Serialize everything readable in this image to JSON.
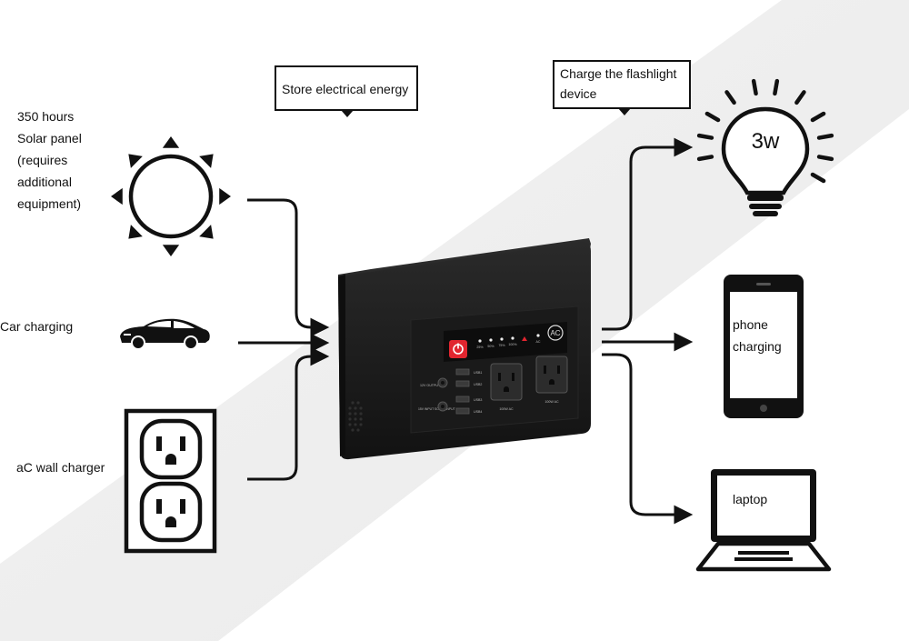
{
  "sources": {
    "solar": {
      "lines": [
        "350 hours",
        "Solar panel",
        "(requires",
        "additional",
        "equipment)"
      ]
    },
    "car": {
      "label": "Car charging"
    },
    "wall": {
      "label": "aC wall charger"
    }
  },
  "callouts": {
    "store": {
      "text": "Store electrical energy"
    },
    "flashlight": {
      "lines": [
        "Charge the flashlight",
        "device"
      ]
    }
  },
  "outputs": {
    "bulb": {
      "label": "3w"
    },
    "phone": {
      "lines": [
        "phone",
        "charging"
      ]
    },
    "laptop": {
      "label": "laptop"
    }
  },
  "device": {
    "power_icon": "power-icon",
    "ac_badge": "AC",
    "indicators": [
      "25%",
      "50%",
      "75%",
      "100%",
      "",
      "AC"
    ],
    "usb_labels": [
      "USB1",
      "USB2",
      "USB3",
      "USB4"
    ],
    "port_labels": [
      "12V OUTPUT",
      "15V INPUT SOLAR INPUT"
    ],
    "outlet_labels": [
      "100W AC",
      "100W AC"
    ]
  },
  "colors": {
    "ink": "#111111",
    "device_body": "#1b1b1b",
    "power_button": "#e1252f",
    "background": "#ffffff"
  }
}
